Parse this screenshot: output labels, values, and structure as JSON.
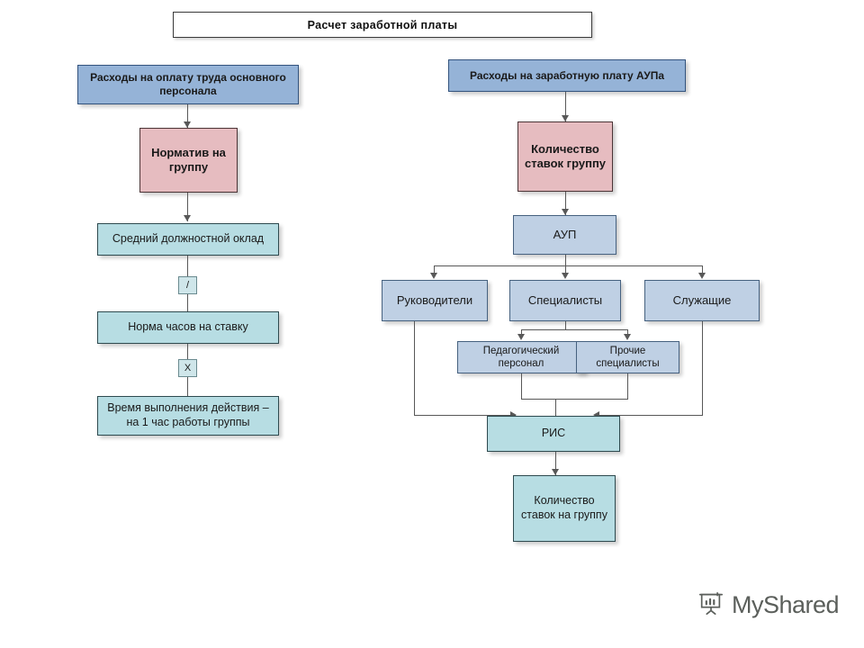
{
  "diagram": {
    "title": "Расчет заработной платы",
    "left_branch": {
      "root": "Расходы на оплату труда основного\nперсонала",
      "norm": "Норматив на\nгруппу",
      "salary": "Средний должностной оклад",
      "op_divide": "/",
      "hours": "Норма часов на ставку",
      "op_multiply": "X",
      "time": "Время выполнения действия –\nна 1 час работы группы"
    },
    "right_branch": {
      "root": "Расходы  на заработную  плату АУПа",
      "count": "Количество\nставок группу",
      "aup": "АУП",
      "category_managers": "Руководители",
      "category_specialists": "Специалисты",
      "category_employees": "Служащие",
      "sub_pedagogical": "Педагогический\nперсонал",
      "sub_other": "Прочие\nспециалисты",
      "ris": "РИС",
      "result": "Количество\nставок на группу"
    }
  },
  "watermark": {
    "text": "MyShared",
    "icon": "presentation-chart-icon"
  },
  "colors": {
    "blue_header": "#95b3d7",
    "pink": "#e6bcc0",
    "cyan": "#b7dde3",
    "steel": "#bfd0e4",
    "edge": "#585858"
  }
}
